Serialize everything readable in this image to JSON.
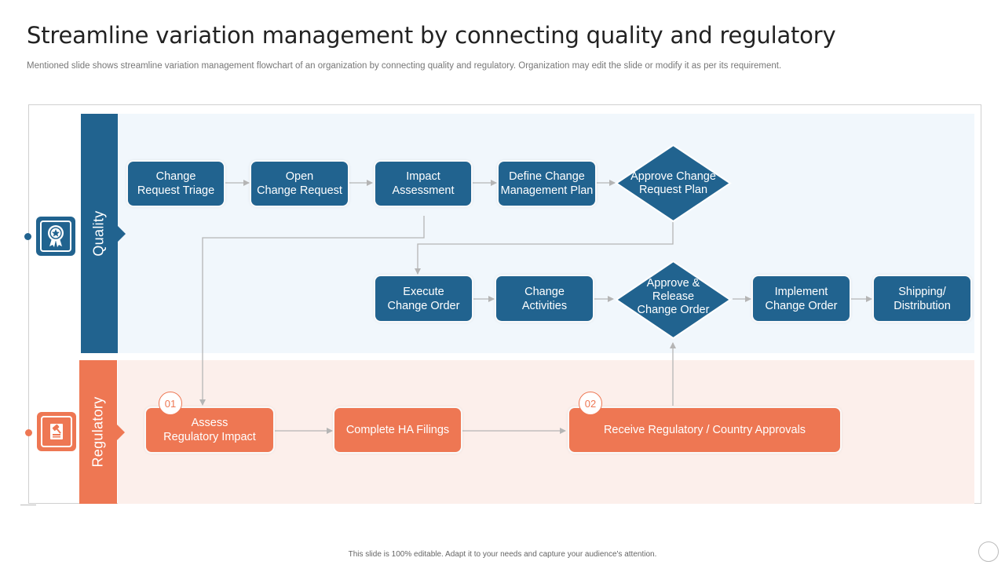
{
  "title": "Streamline variation management by connecting quality and regulatory",
  "subtitle": "Mentioned slide shows streamline variation management flowchart of an organization by connecting quality and regulatory. Organization may edit the slide or modify it as per its requirement.",
  "footer": "This slide is 100% editable. Adapt it to your needs and capture your audience's attention.",
  "lanes": {
    "quality": {
      "label": "Quality",
      "icon": "award-ribbon-icon"
    },
    "regulatory": {
      "label": "Regulatory",
      "icon": "gavel-document-icon"
    }
  },
  "colors": {
    "blue": "#21638f",
    "orange": "#ee7753",
    "connector": "#b5b5b5"
  },
  "nodes": {
    "change_request_triage": "Change\nRequest Triage",
    "open_change_request": "Open\nChange Request",
    "impact_assessment": "Impact\nAssessment",
    "define_change_management_plan": "Define Change\nManagement Plan",
    "approve_change_request_plan": "Approve Change\nRequest Plan",
    "execute_change_order": "Execute\nChange Order",
    "change_activities": "Change\nActivities",
    "approve_release_change_order": "Approve &\nRelease\nChange Order",
    "implement_change_order": "Implement\nChange Order",
    "shipping_distribution": "Shipping/\nDistribution",
    "assess_regulatory_impact": "Assess\nRegulatory Impact",
    "complete_ha_filings": "Complete HA Filings",
    "receive_regulatory_approvals": "Receive Regulatory / Country Approvals"
  },
  "badges": {
    "first": "01",
    "second": "02"
  }
}
